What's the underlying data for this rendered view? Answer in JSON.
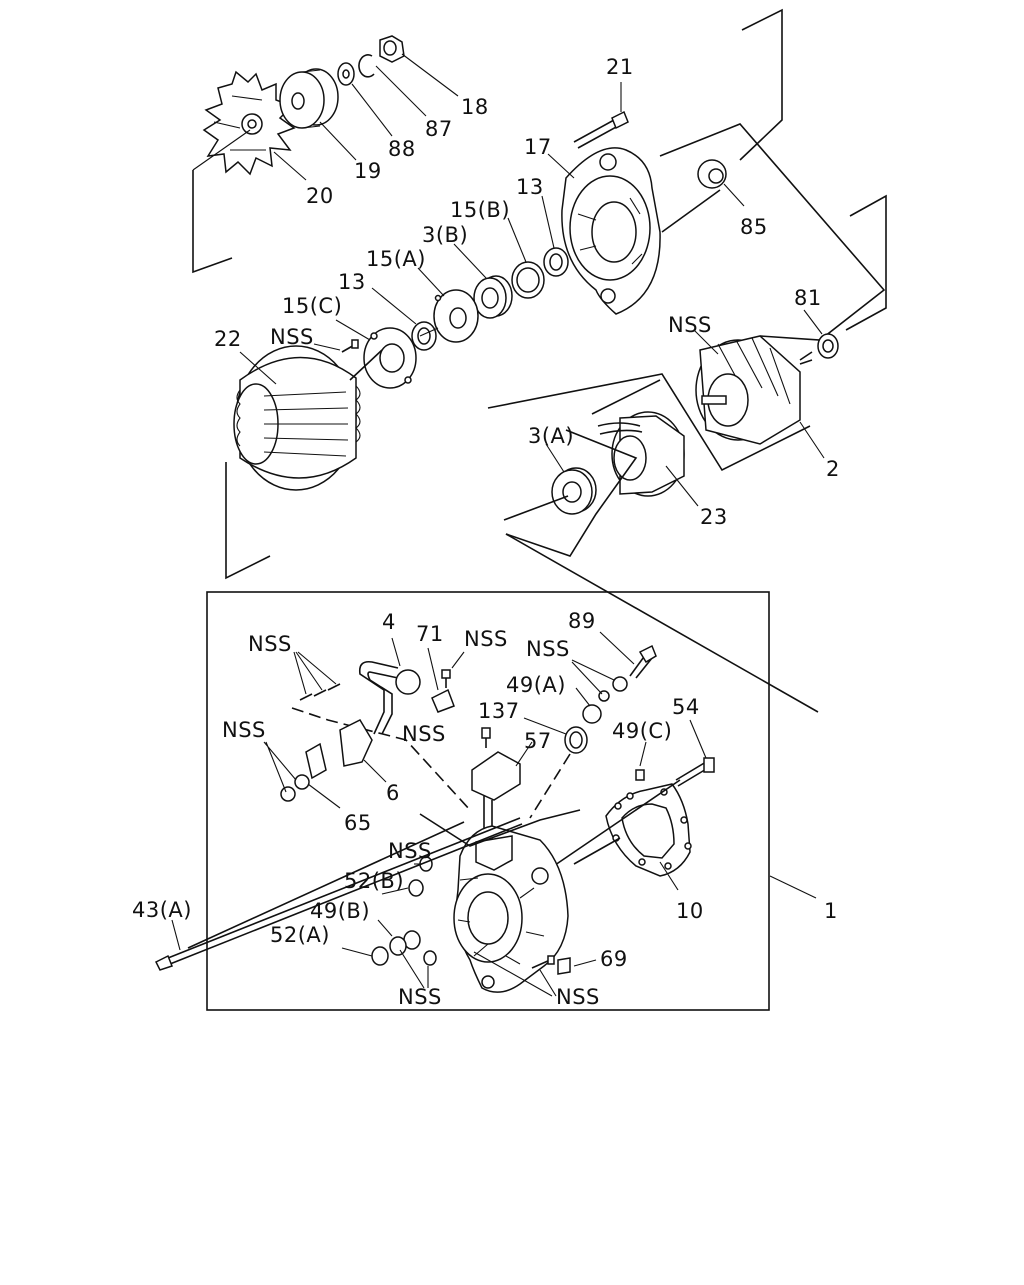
{
  "diagram": {
    "title": "",
    "labels": {
      "p18": "18",
      "p87": "87",
      "p88": "88",
      "p19": "19",
      "p20": "20",
      "p21": "21",
      "p17": "17",
      "p85": "85",
      "p13a": "13",
      "p15b": "15(B)",
      "p3b": "3(B)",
      "p15a": "15(A)",
      "p13b": "13",
      "p15c": "15(C)",
      "nss_stator": "NSS",
      "p22": "22",
      "p81": "81",
      "nss_rotor": "NSS",
      "p3a": "3(A)",
      "p2": "2",
      "p23": "23",
      "p4": "4",
      "p71": "71",
      "nss_71": "NSS",
      "nss_tl": "NSS",
      "p89": "89",
      "nss_89": "NSS",
      "p49a": "49(A)",
      "p137": "137",
      "nss_137": "NSS",
      "p57": "57",
      "p49c": "49(C)",
      "p54": "54",
      "nss_65": "NSS",
      "p6": "6",
      "p65": "65",
      "nss_mid": "NSS",
      "p52b": "52(B)",
      "p49b": "49(B)",
      "p52a": "52(A)",
      "p43a": "43(A)",
      "nss_bl": "NSS",
      "nss_br": "NSS",
      "p69": "69",
      "p10": "10",
      "p1": "1"
    }
  }
}
